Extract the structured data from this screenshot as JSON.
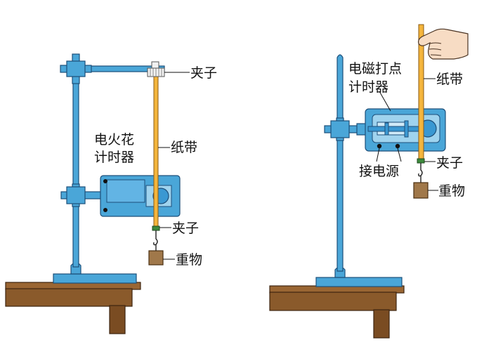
{
  "left": {
    "clamp_top": "夹子",
    "timer_line1": "电火花",
    "timer_line2": "计时器",
    "tape": "纸带",
    "clamp_bottom": "夹子",
    "weight": "重物"
  },
  "right": {
    "timer_line1": "电磁打点",
    "timer_line2": "计时器",
    "tape": "纸带",
    "clamp": "夹子",
    "power": "接电源",
    "weight": "重物"
  },
  "colors": {
    "stand": "#4aa6d8",
    "stand_dark": "#1d4f7a",
    "timer_body": "#62b4e4",
    "tape": "#f4b53c",
    "weight": "#a0784a",
    "table": "#8a5a2b"
  }
}
